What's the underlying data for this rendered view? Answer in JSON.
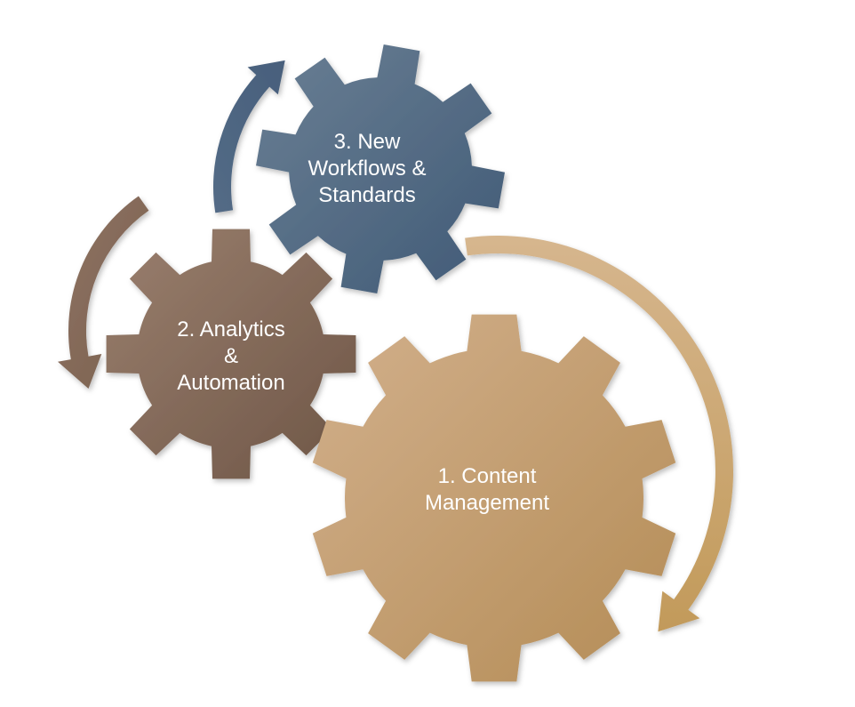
{
  "diagram": {
    "colors": {
      "content_light": "#d2b08c",
      "content_dark": "#b48c56",
      "analytics_light": "#9a7f6e",
      "analytics_dark": "#6e5646",
      "workflows_light": "#6a7f94",
      "workflows_dark": "#405a76",
      "label": "#ffffff"
    },
    "gears": [
      {
        "id": "content-management",
        "label_lines": [
          "1. Content",
          "Management"
        ]
      },
      {
        "id": "analytics-automation",
        "label_lines": [
          "2. Analytics",
          "&",
          "Automation"
        ]
      },
      {
        "id": "new-workflows-standards",
        "label_lines": [
          "3. New",
          "Workflows &",
          "Standards"
        ]
      }
    ]
  }
}
